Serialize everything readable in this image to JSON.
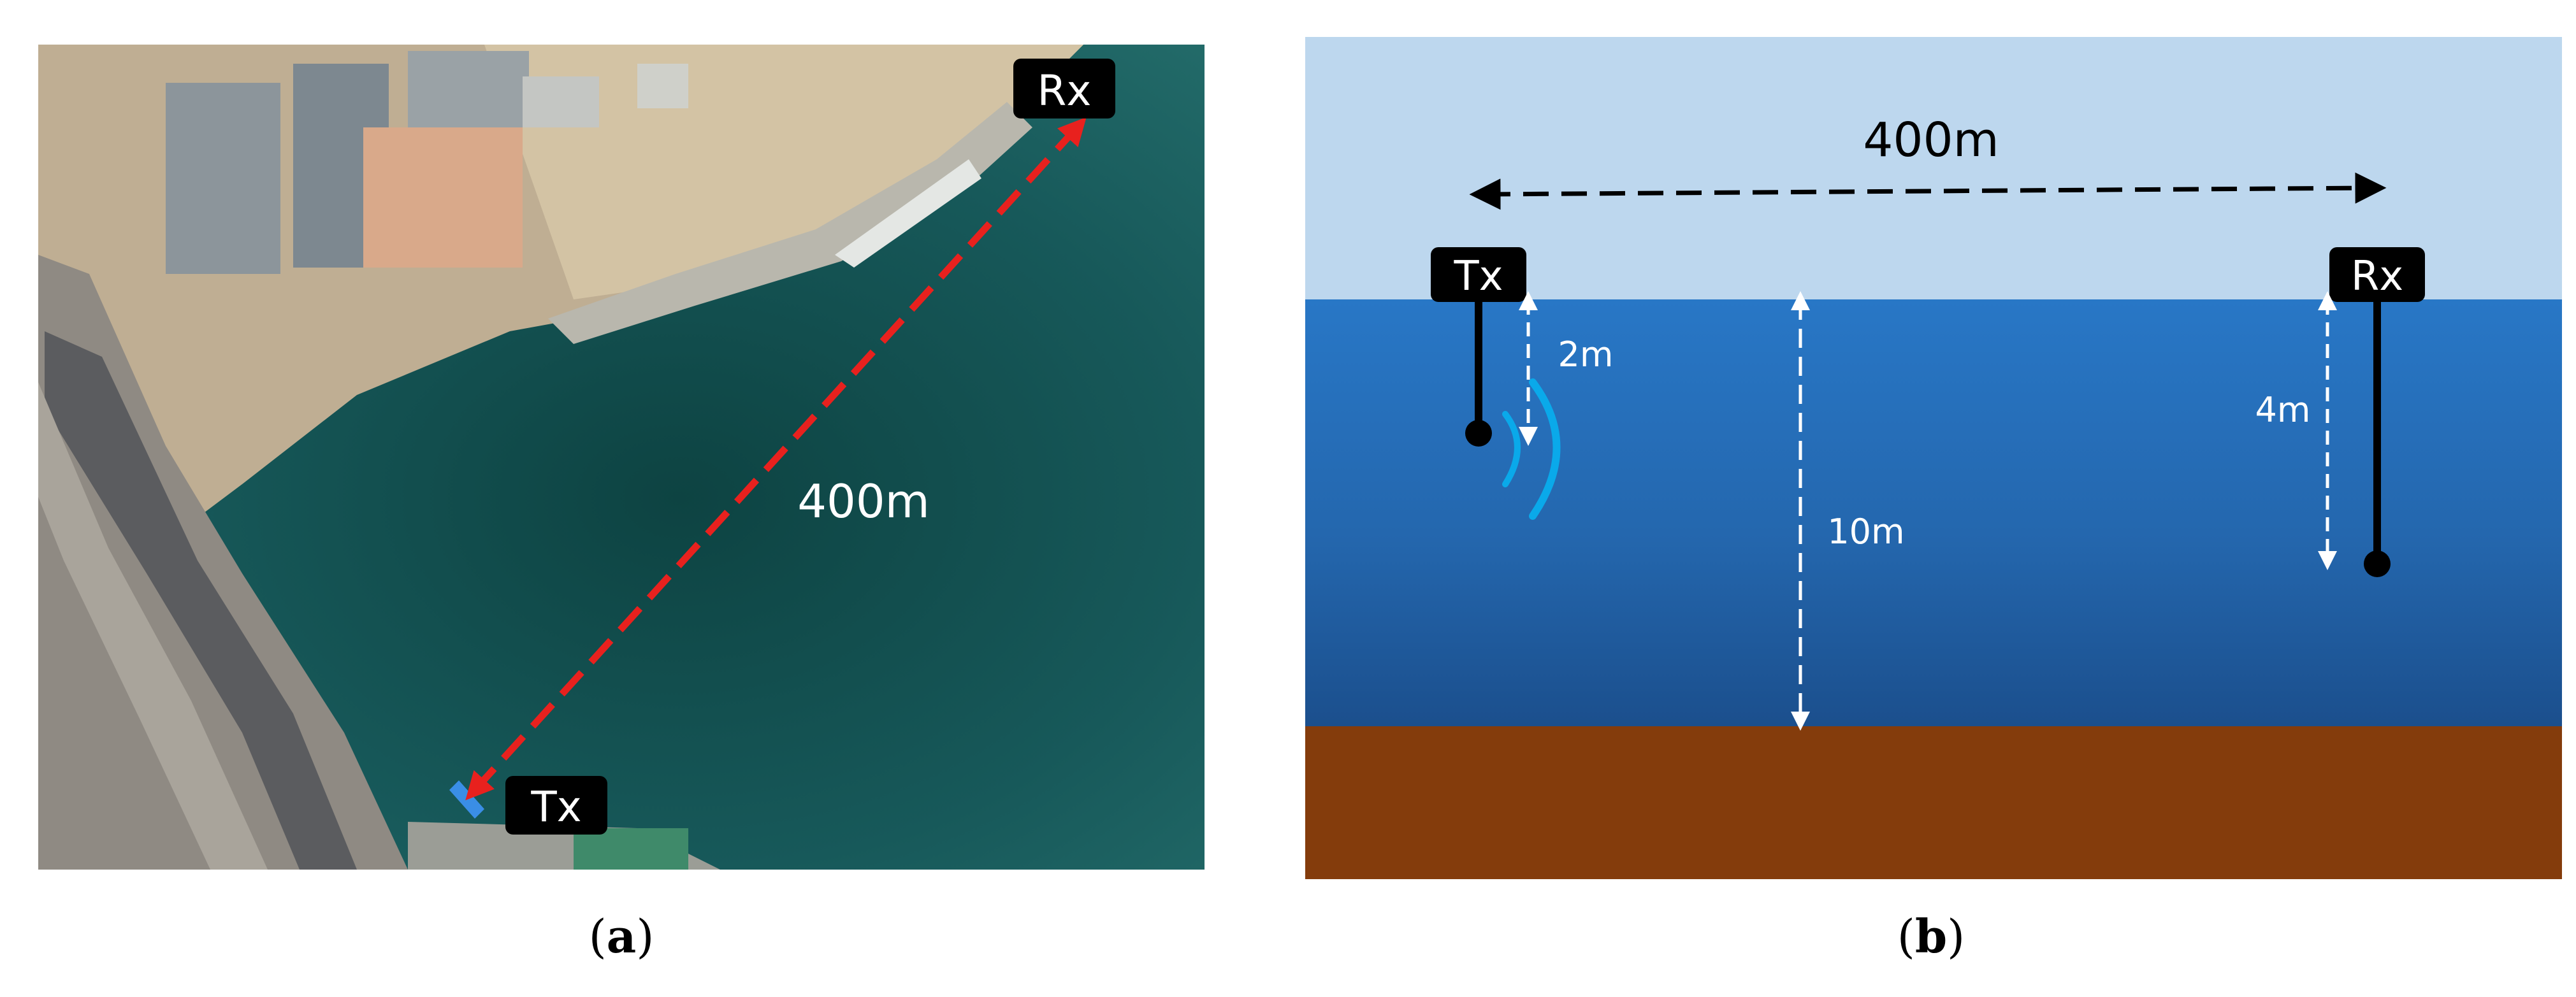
{
  "panel_a": {
    "caption_letter": "a",
    "rx_label": "Rx",
    "tx_label": "Tx",
    "distance_label": "400m"
  },
  "panel_b": {
    "caption_letter": "b",
    "tx_label": "Tx",
    "rx_label": "Rx",
    "distance_label": "400m",
    "tx_depth_label": "2m",
    "rx_depth_label": "4m",
    "water_depth_label": "10m"
  },
  "colors": {
    "sky": "#bdd7ee",
    "water_top": "#2775c4",
    "water_bottom": "#1b4f8d",
    "seabed": "#843c0c",
    "sea_dark": "#0f4a49",
    "sea_mid": "#1e6160",
    "land": "#c9b79a",
    "route_red": "#e8211e",
    "tag_black": "#000000",
    "signal_blue": "#0aa9ea"
  },
  "icons": [
    "transmitter-signal-icon"
  ]
}
